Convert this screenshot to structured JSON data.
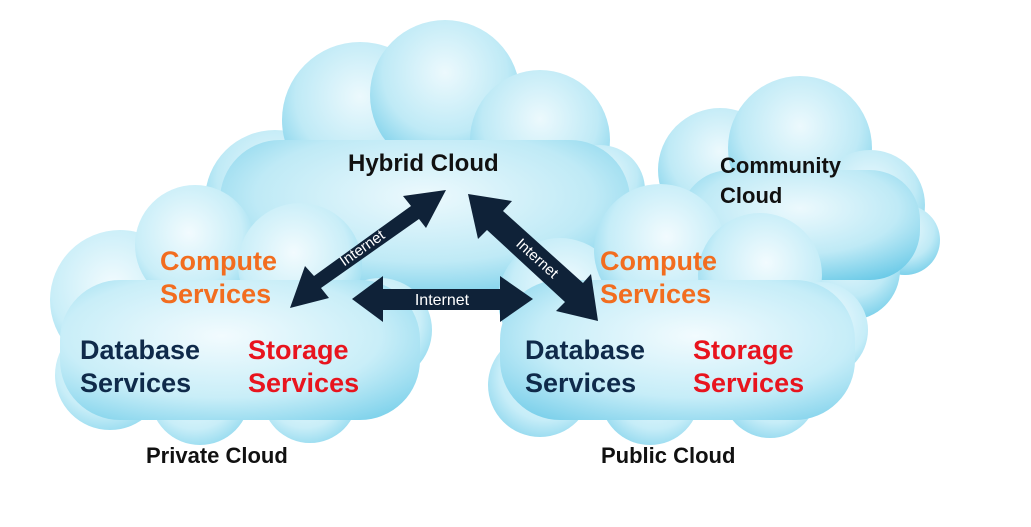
{
  "clouds": {
    "hybrid": {
      "title": "Hybrid Cloud"
    },
    "community": {
      "title_line1": "Community",
      "title_line2": "Cloud"
    },
    "private": {
      "caption": "Private Cloud",
      "compute": [
        "Compute",
        "Services"
      ],
      "database": [
        "Database",
        "Services"
      ],
      "storage": [
        "Storage",
        "Services"
      ]
    },
    "public": {
      "caption": "Public Cloud",
      "compute": [
        "Compute",
        "Services"
      ],
      "database": [
        "Database",
        "Services"
      ],
      "storage": [
        "Storage",
        "Services"
      ]
    }
  },
  "links": {
    "left": "Internet",
    "middle": "Internet",
    "right": "Internet"
  },
  "colors": {
    "cloud_light": "#e8f8fc",
    "cloud_mid": "#a9e3f3",
    "cloud_dark": "#5fc6e6",
    "arrow": "#0f2238",
    "compute": "#f26d1f",
    "database": "#0f2a4a",
    "storage": "#e8141e"
  }
}
